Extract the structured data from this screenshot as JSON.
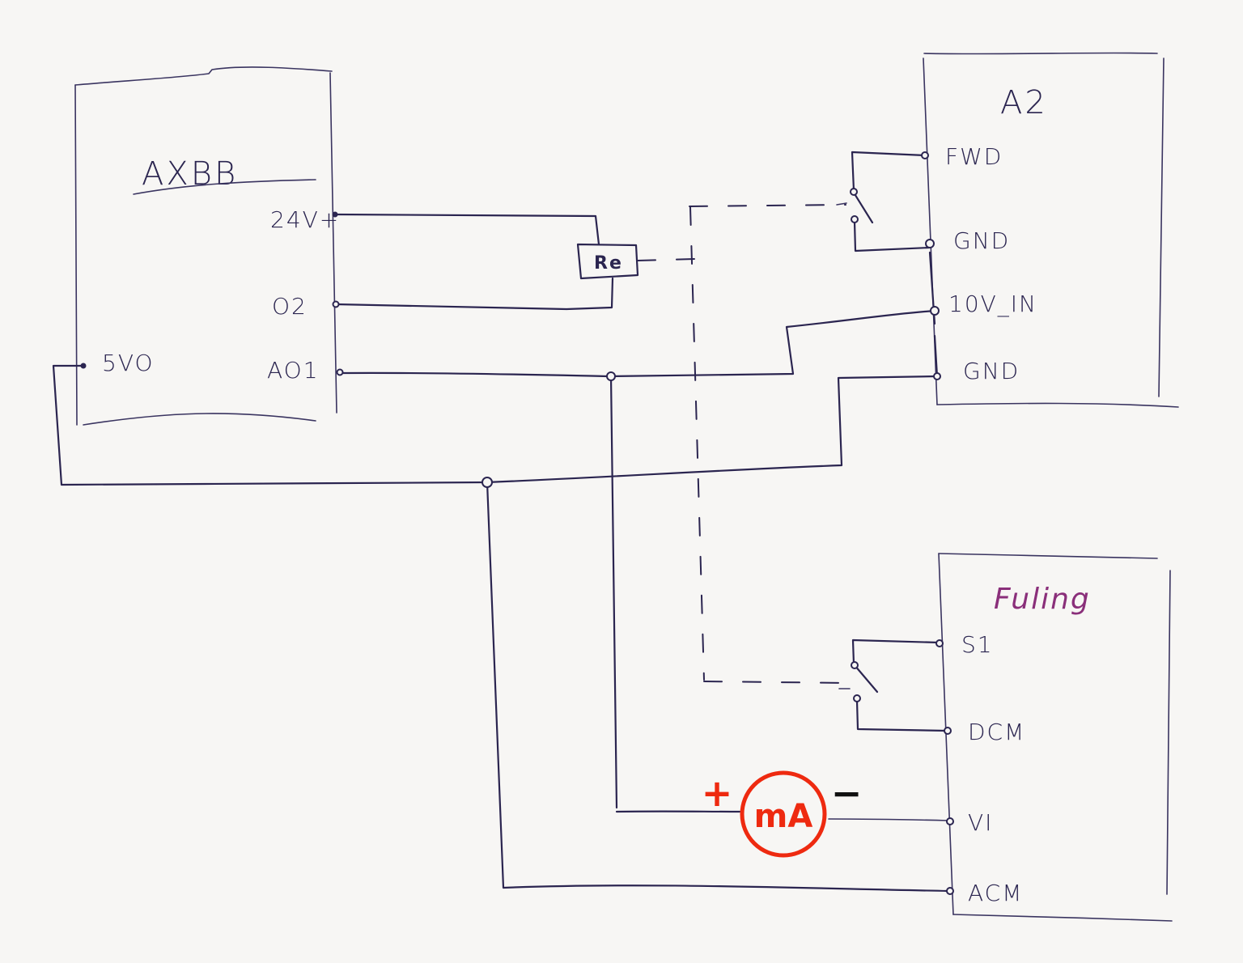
{
  "devices": {
    "axbb": {
      "title": "AXBB",
      "pins": {
        "v24": "24V+",
        "o2": "O2",
        "ao1": "AO1",
        "svo": "5VO"
      }
    },
    "relay": {
      "label": "Re"
    },
    "a2": {
      "title": "A2",
      "pins": {
        "fwd": "FWD",
        "gnd1": "GND",
        "v10in": "10V_IN",
        "gnd2": "GND"
      }
    },
    "fuling": {
      "title": "Fuling",
      "pins": {
        "s1": "S1",
        "dcm": "DCM",
        "vi": "VI",
        "acm": "ACM"
      }
    }
  },
  "meter": {
    "label": "mA",
    "plus": "+",
    "minus": "−",
    "color": "#ee2a10",
    "minus_color": "#111111"
  },
  "colors": {
    "ink": "#2b2550",
    "fuling_title": "#8a2f7a",
    "paper": "#f7f6f4"
  }
}
